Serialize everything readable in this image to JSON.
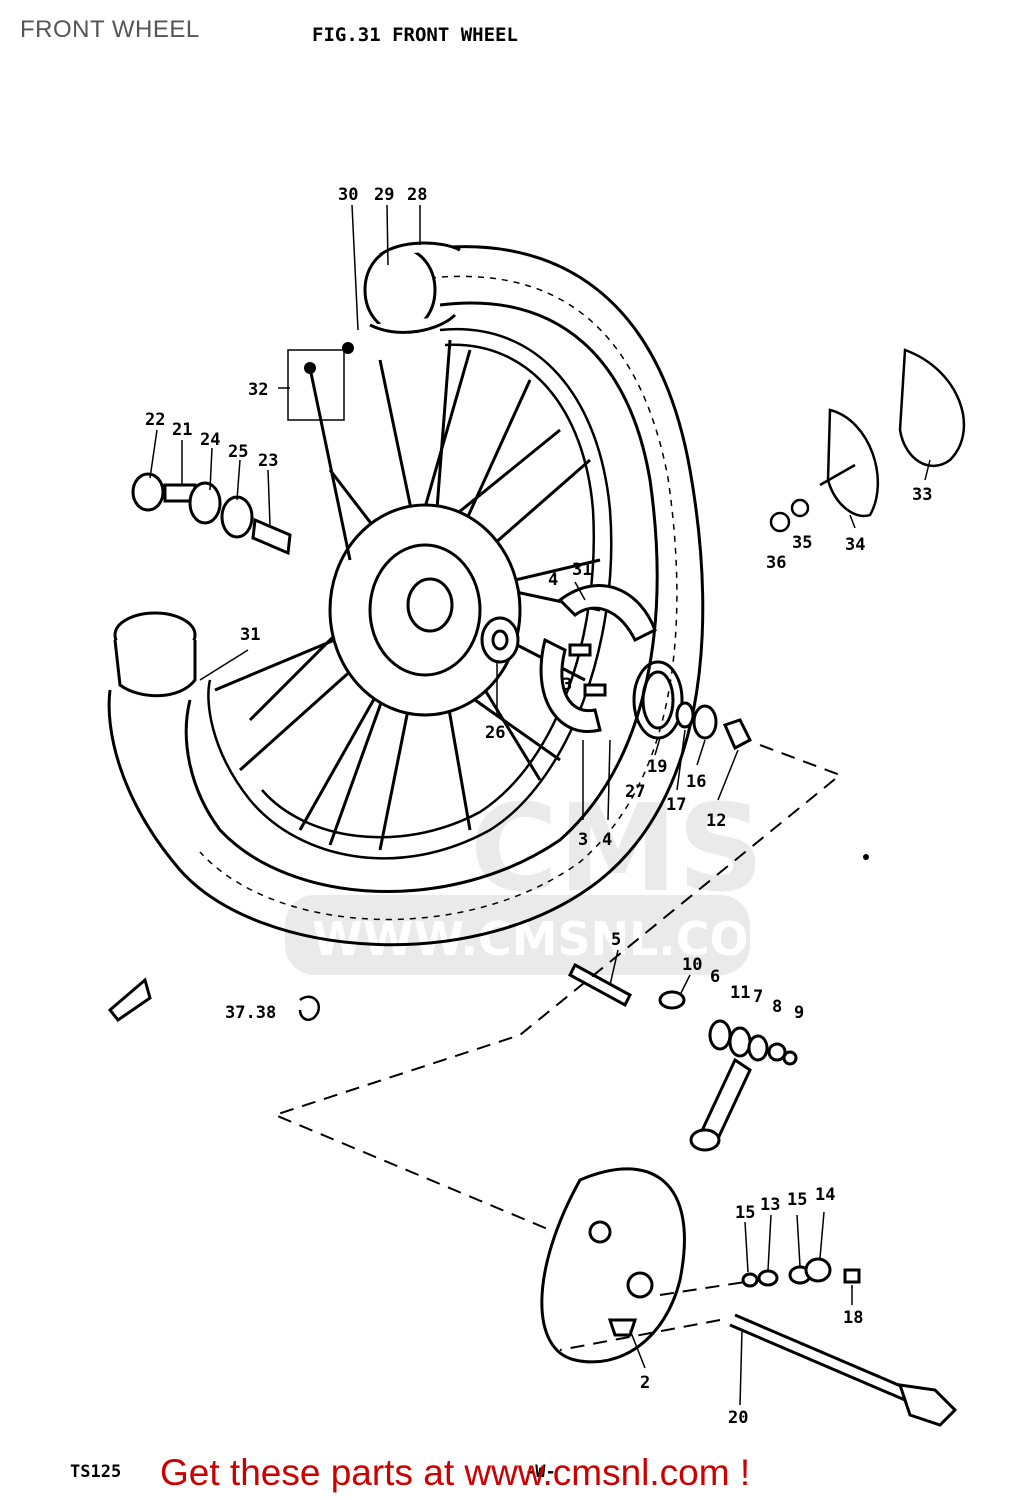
{
  "page": {
    "title": "FRONT WHEEL",
    "figure_title": "FIG.31  FRONT WHEEL",
    "model_code": "TS125",
    "page_code": "-W-",
    "promo_text": "Get these parts at www.cmsnl.com !"
  },
  "watermark": {
    "brand": "CMS",
    "url": "WWW.CMSNL.COM"
  },
  "part_labels": [
    "30",
    "29",
    "28",
    "32",
    "22",
    "21",
    "24",
    "25",
    "23",
    "31",
    "31",
    "26",
    "4",
    "3",
    "3",
    "4",
    "27",
    "19",
    "17",
    "16",
    "12",
    "33",
    "34",
    "35",
    "36",
    "5",
    "10",
    "6",
    "11",
    "7",
    "8",
    "9",
    "37.38",
    "15",
    "13",
    "15",
    "14",
    "18",
    "2",
    "20"
  ]
}
